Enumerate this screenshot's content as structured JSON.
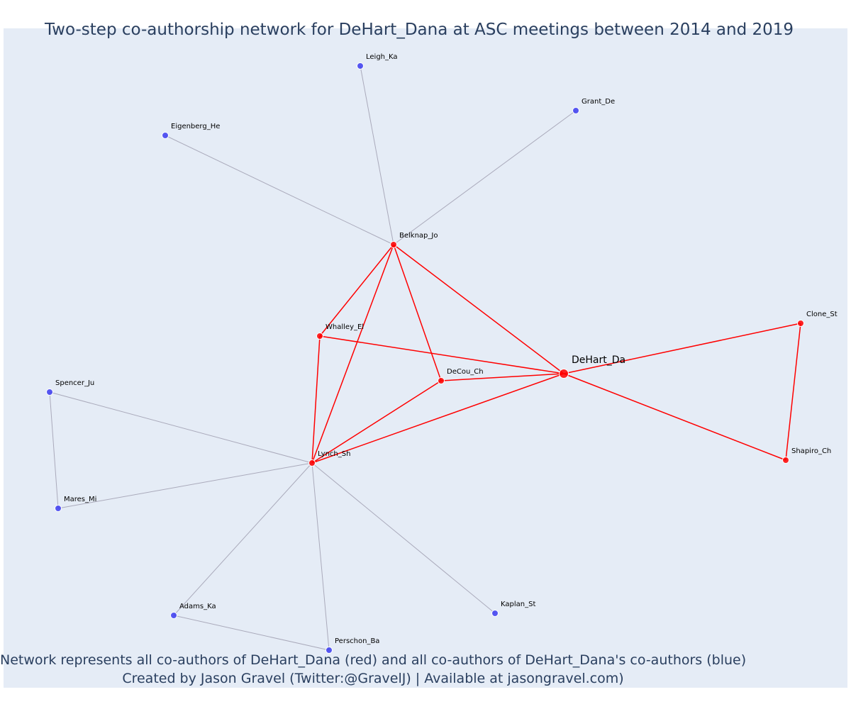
{
  "title": "Two-step co-authorship network for DeHart_Dana at ASC meetings between 2014 and 2019",
  "footer": {
    "line1": "Network represents all co-authors of DeHart_Dana (red) and all co-authors of DeHart_Dana's co-authors (blue)",
    "line2": "Created by Jason Gravel (Twitter:@GravelJ) | Available at jasongravel.com)"
  },
  "colors": {
    "background": "#e5ecf6",
    "first_step": "#ff0000",
    "second_step": "#3c3cf0",
    "edge_first": "#ff0000",
    "edge_second": "#aaaabb",
    "text": "#2a3f5f"
  },
  "nodes": [
    {
      "id": "DeHart_Da",
      "group": "focal"
    },
    {
      "id": "Belknap_Jo",
      "group": "first"
    },
    {
      "id": "Whalley_El",
      "group": "first"
    },
    {
      "id": "DeCou_Ch",
      "group": "first"
    },
    {
      "id": "Lynch_Sh",
      "group": "first"
    },
    {
      "id": "Clone_St",
      "group": "first"
    },
    {
      "id": "Shapiro_Ch",
      "group": "first"
    },
    {
      "id": "Leigh_Ka",
      "group": "second"
    },
    {
      "id": "Grant_De",
      "group": "second"
    },
    {
      "id": "Eigenberg_He",
      "group": "second"
    },
    {
      "id": "Spencer_Ju",
      "group": "second"
    },
    {
      "id": "Mares_Mi",
      "group": "second"
    },
    {
      "id": "Adams_Ka",
      "group": "second"
    },
    {
      "id": "Perschon_Ba",
      "group": "second"
    },
    {
      "id": "Kaplan_St",
      "group": "second"
    }
  ],
  "edges": [
    [
      "DeHart_Da",
      "Belknap_Jo"
    ],
    [
      "DeHart_Da",
      "Whalley_El"
    ],
    [
      "DeHart_Da",
      "DeCou_Ch"
    ],
    [
      "DeHart_Da",
      "Lynch_Sh"
    ],
    [
      "DeHart_Da",
      "Clone_St"
    ],
    [
      "DeHart_Da",
      "Shapiro_Ch"
    ],
    [
      "Belknap_Jo",
      "Whalley_El"
    ],
    [
      "Belknap_Jo",
      "DeCou_Ch"
    ],
    [
      "Belknap_Jo",
      "Lynch_Sh"
    ],
    [
      "Whalley_El",
      "Lynch_Sh"
    ],
    [
      "DeCou_Ch",
      "Lynch_Sh"
    ],
    [
      "Clone_St",
      "Shapiro_Ch"
    ],
    [
      "Belknap_Jo",
      "Leigh_Ka"
    ],
    [
      "Belknap_Jo",
      "Grant_De"
    ],
    [
      "Belknap_Jo",
      "Eigenberg_He"
    ],
    [
      "Lynch_Sh",
      "Spencer_Ju"
    ],
    [
      "Lynch_Sh",
      "Mares_Mi"
    ],
    [
      "Lynch_Sh",
      "Adams_Ka"
    ],
    [
      "Lynch_Sh",
      "Perschon_Ba"
    ],
    [
      "Lynch_Sh",
      "Kaplan_St"
    ],
    [
      "Spencer_Ju",
      "Mares_Mi"
    ],
    [
      "Adams_Ka",
      "Perschon_Ba"
    ]
  ]
}
